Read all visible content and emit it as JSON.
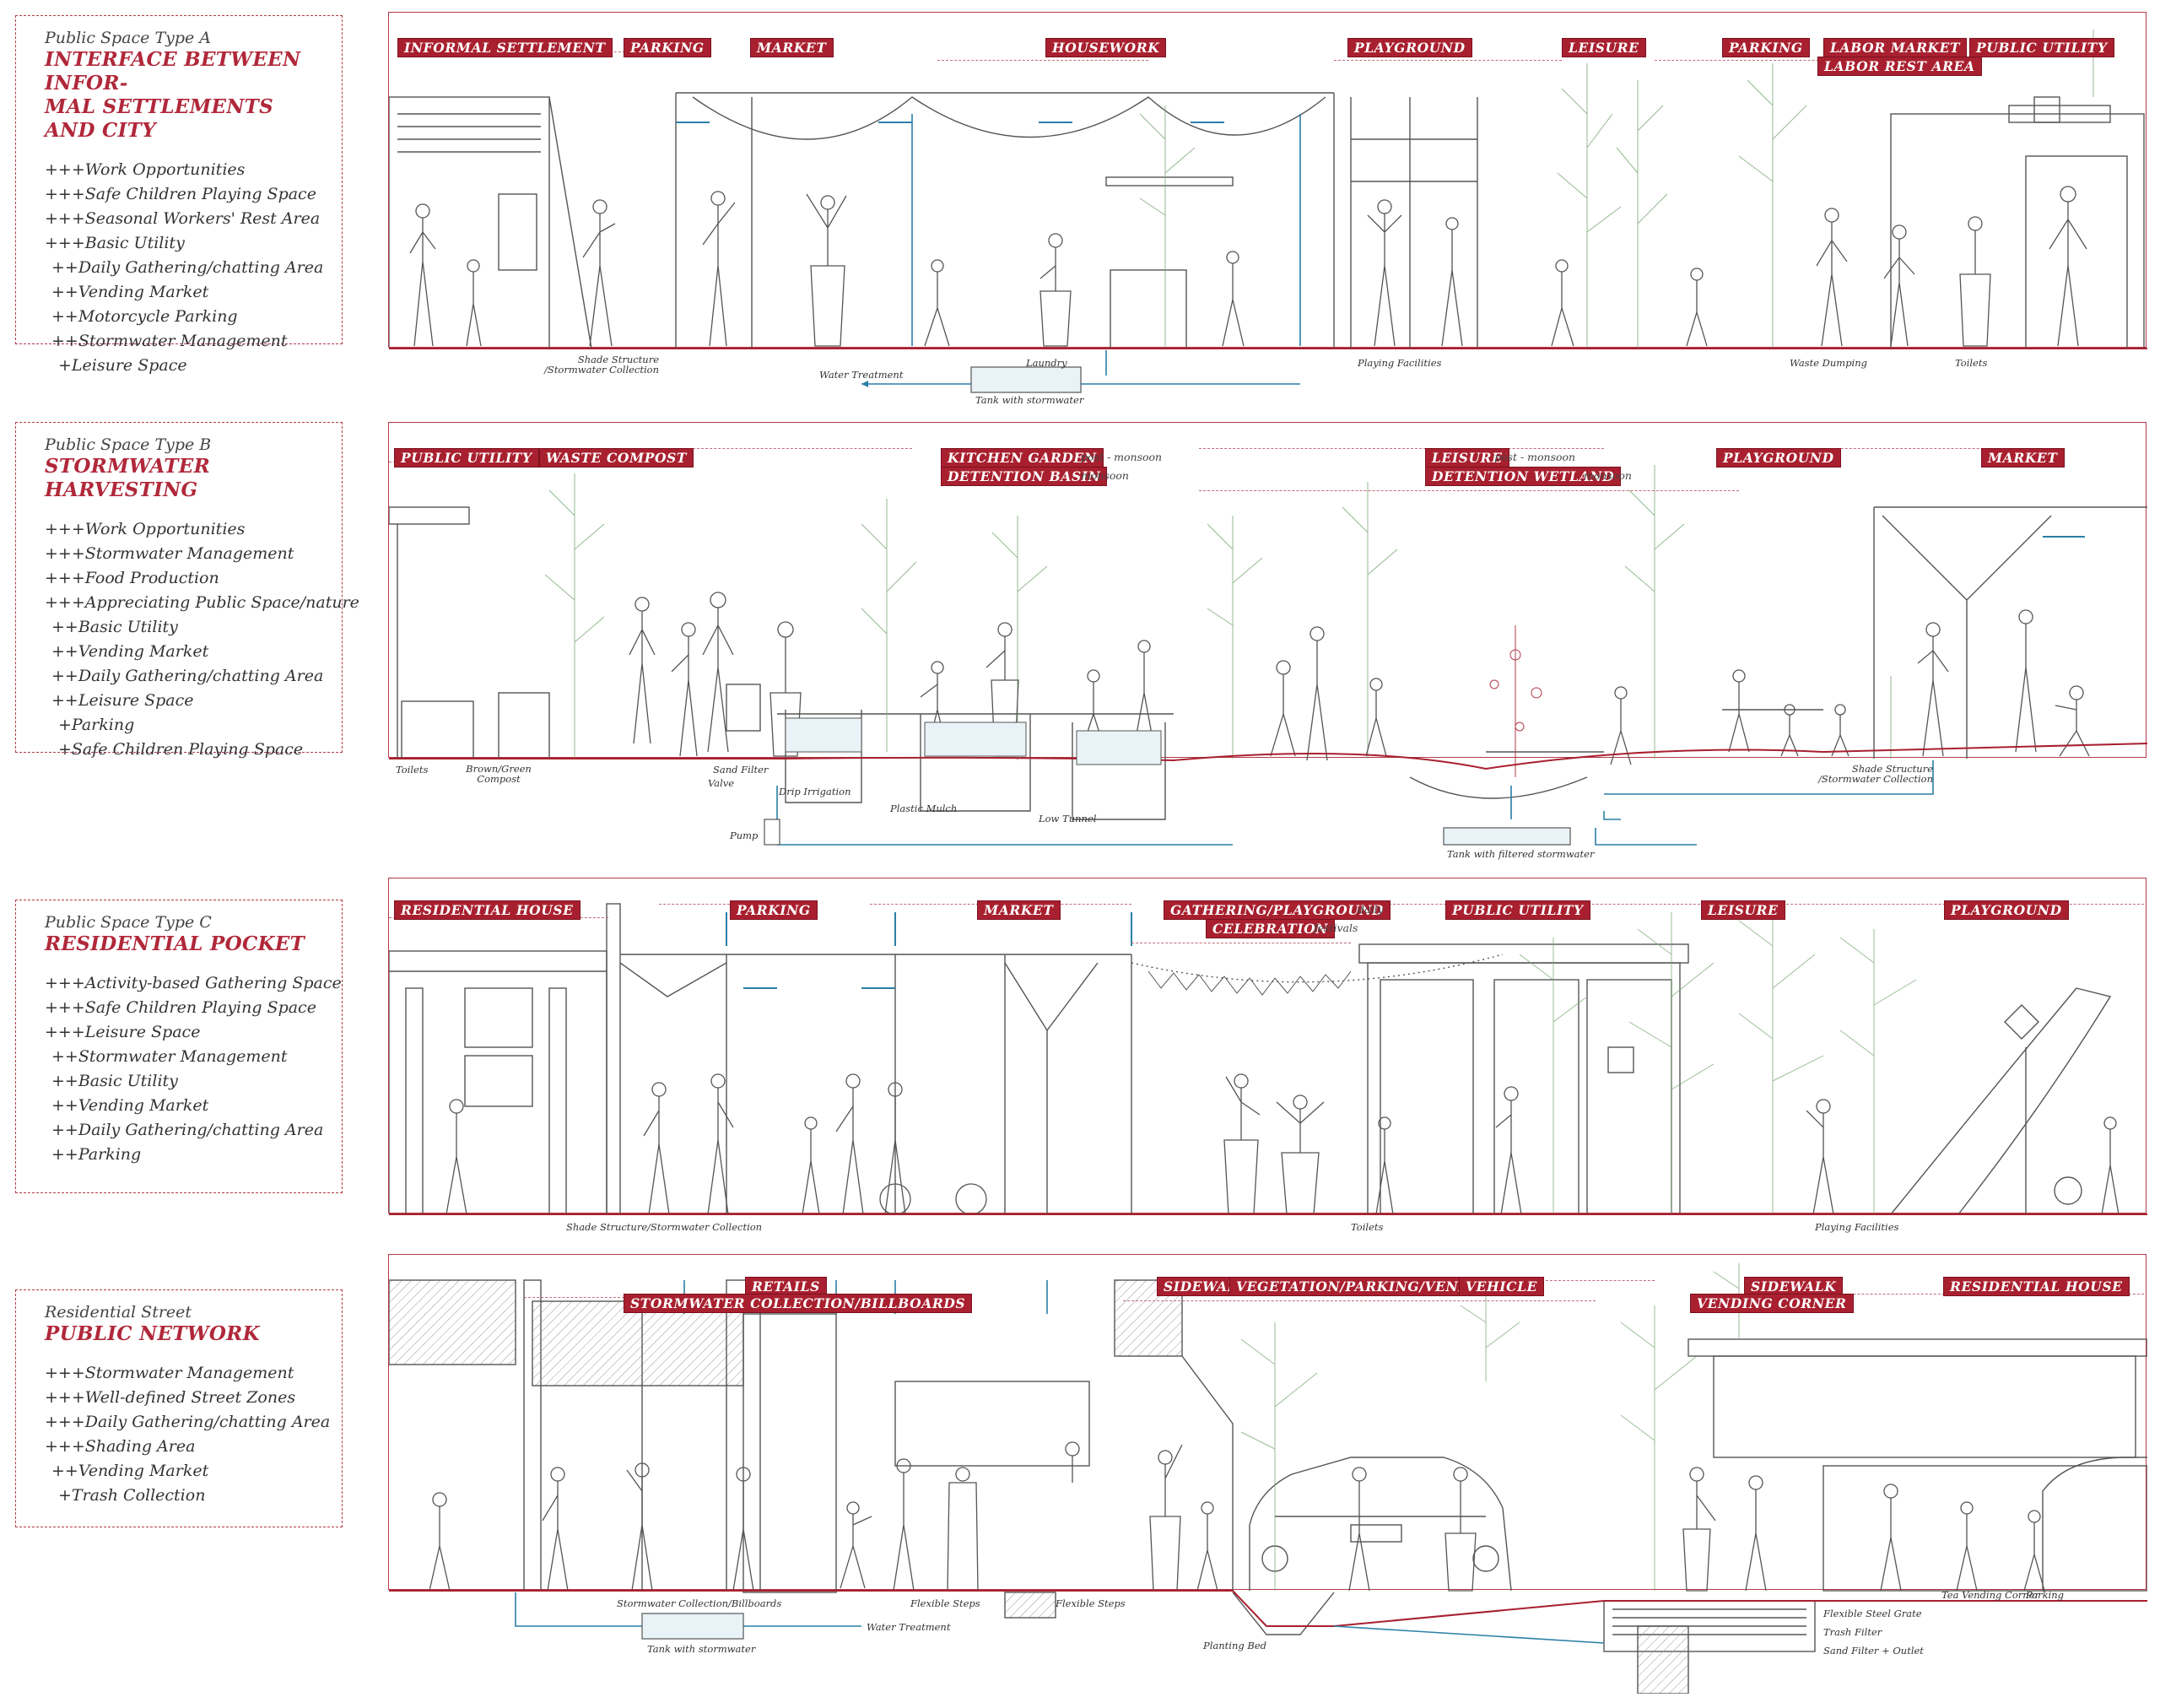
{
  "panels": [
    {
      "kicker": "Public Space Type A",
      "title_lines": [
        "INTERFACE BETWEEN INFOR-",
        "MAL SETTLEMENTS AND CITY"
      ],
      "benefits": [
        "+++Work Opportunities",
        "+++Safe Children Playing Space",
        "+++Seasonal Workers' Rest Area",
        "+++Basic Utility",
        " ++Daily Gathering/chatting Area",
        " ++Vending Market",
        " ++Motorcycle Parking",
        " ++Stormwater Management",
        "  +Leisure Space"
      ],
      "zones": [
        {
          "label": "INFORMAL SETTLEMENT",
          "note": ""
        },
        {
          "label": "PARKING",
          "note": ""
        },
        {
          "label": "MARKET",
          "note": ""
        },
        {
          "label": "HOUSEWORK",
          "note": ""
        },
        {
          "label": "PLAYGROUND",
          "note": ""
        },
        {
          "label": "LEISURE",
          "note": ""
        },
        {
          "label": "PARKING",
          "note": ""
        },
        {
          "label": "LABOR MARKET",
          "note": ""
        },
        {
          "label": "LABOR REST AREA",
          "note": ""
        },
        {
          "label": "PUBLIC UTILITY",
          "note": ""
        }
      ],
      "annotations": [
        "Shade Structure /Stormwater Collection",
        "Water Treatment",
        "Laundry",
        "Tank with stormwater",
        "Playing Facilities",
        "Waste Dumping",
        "Toilets"
      ]
    },
    {
      "kicker": "Public Space Type B",
      "title_lines": [
        "STORMWATER HARVESTING"
      ],
      "benefits": [
        "+++Work Opportunities",
        "+++Stormwater Management",
        "+++Food Production",
        "+++Appreciating Public Space/nature",
        " ++Basic Utility",
        " ++Vending Market",
        " ++Daily Gathering/chatting Area",
        " ++Leisure Space",
        "  +Parking",
        "  +Safe Children Playing Space"
      ],
      "zones": [
        {
          "label": "PUBLIC UTILITY",
          "note": ""
        },
        {
          "label": "WASTE COMPOST",
          "note": ""
        },
        {
          "label": "KITCHEN GARDEN",
          "note": "post - monsoon"
        },
        {
          "label": "DETENTION BASIN",
          "note": "monsoon"
        },
        {
          "label": "LEISURE",
          "note": "post - monsoon"
        },
        {
          "label": "DETENTION WETLAND",
          "note": "monsoon"
        },
        {
          "label": "PLAYGROUND",
          "note": ""
        },
        {
          "label": "MARKET",
          "note": ""
        }
      ],
      "annotations": [
        "Toilets",
        "Brown/Green Compost",
        "Sand Filter",
        "Valve",
        "Drip Irrigation",
        "Plastic Mulch",
        "Low Tunnel",
        "Pump",
        "Tank with filtered stormwater",
        "Shade Structure /Stormwater Collection"
      ]
    },
    {
      "kicker": "Public Space Type C",
      "title_lines": [
        "RESIDENTIAL POCKET"
      ],
      "benefits": [
        "+++Activity-based Gathering Space",
        "+++Safe Children Playing Space",
        "+++Leisure Space",
        " ++Stormwater Management",
        " ++Basic Utility",
        " ++Vending Market",
        " ++Daily Gathering/chatting Area",
        " ++Parking"
      ],
      "zones": [
        {
          "label": "RESIDENTIAL HOUSE",
          "note": ""
        },
        {
          "label": "PARKING",
          "note": ""
        },
        {
          "label": "MARKET",
          "note": ""
        },
        {
          "label": "GATHERING/PLAYGROUND",
          "note": "daily"
        },
        {
          "label": "CELEBRATION",
          "note": "festivals"
        },
        {
          "label": "PUBLIC UTILITY",
          "note": ""
        },
        {
          "label": "LEISURE",
          "note": ""
        },
        {
          "label": "PLAYGROUND",
          "note": ""
        }
      ],
      "annotations": [
        "Shade Structure/Stormwater Collection",
        "Toilets",
        "Playing Facilities"
      ]
    },
    {
      "kicker": "Residential Street",
      "title_lines": [
        "PUBLIC NETWORK"
      ],
      "benefits": [
        "+++Stormwater Management",
        "+++Well-defined Street Zones",
        "+++Daily Gathering/chatting Area",
        "+++Shading Area",
        " ++Vending Market",
        "  +Trash Collection"
      ],
      "zones": [
        {
          "label": "RETAILS",
          "note": ""
        },
        {
          "label": "STORMWATER COLLECTION/BILLBOARDS",
          "note": ""
        },
        {
          "label": "SIDEWALK",
          "note": ""
        },
        {
          "label": "VEGETATION/PARKING/VENDOR",
          "note": ""
        },
        {
          "label": "VEHICLE",
          "note": ""
        },
        {
          "label": "SIDEWALK",
          "note": ""
        },
        {
          "label": "VENDING CORNER",
          "note": ""
        },
        {
          "label": "RESIDENTIAL HOUSE",
          "note": ""
        }
      ],
      "annotations": [
        "Stormwater Collection/Billboards",
        "Water Treatment",
        "Tank with stormwater",
        "Flexible Steps",
        "Flexible Steps",
        "Planting Bed",
        "Flexible Steel Grate",
        "Trash Filter",
        "Sand Filter + Outlet",
        "Tea Vending Corner",
        "Parking"
      ]
    }
  ],
  "colors": {
    "accent": "#a8202f",
    "line": "#444444",
    "water": "#2a7fa6",
    "foliage": "#7aa774"
  }
}
